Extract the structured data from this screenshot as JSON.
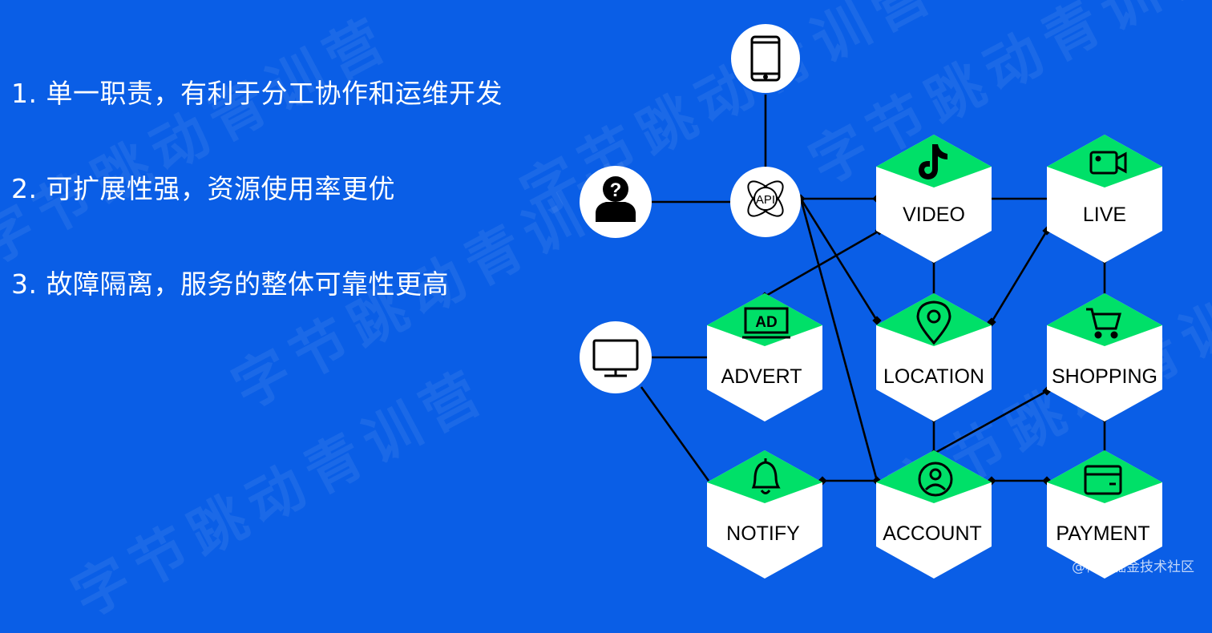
{
  "bullets": [
    "1. 单一职责，有利于分工协作和运维开发",
    "2. 可扩展性强，资源使用率更优",
    "3. 故障隔离，服务的整体可靠性更高"
  ],
  "watermark": "字节跳动青训营",
  "credit": "@稀土掘金技术社区",
  "colors": {
    "background": "#0a5ee6",
    "hex_top": "#00e068",
    "hex_body": "#ffffff",
    "line": "#000000"
  },
  "diagram": {
    "circles": [
      {
        "id": "phone",
        "icon": "smartphone-icon"
      },
      {
        "id": "user",
        "icon": "unknown-user-icon"
      },
      {
        "id": "api",
        "icon": "api-icon",
        "icon_text": "API"
      },
      {
        "id": "desktop",
        "icon": "desktop-monitor-icon"
      }
    ],
    "services": [
      {
        "id": "video",
        "label": "VIDEO",
        "icon": "tiktok-icon"
      },
      {
        "id": "live",
        "label": "LIVE",
        "icon": "video-camera-icon"
      },
      {
        "id": "advert",
        "label": "ADVERT",
        "icon": "ad-icon",
        "icon_text": "AD"
      },
      {
        "id": "location",
        "label": "LOCATION",
        "icon": "location-pin-icon"
      },
      {
        "id": "shopping",
        "label": "SHOPPING",
        "icon": "shopping-cart-icon"
      },
      {
        "id": "notify",
        "label": "NOTIFY",
        "icon": "bell-icon"
      },
      {
        "id": "account",
        "label": "ACCOUNT",
        "icon": "user-account-icon"
      },
      {
        "id": "payment",
        "label": "PAYMENT",
        "icon": "payment-card-icon"
      }
    ]
  }
}
